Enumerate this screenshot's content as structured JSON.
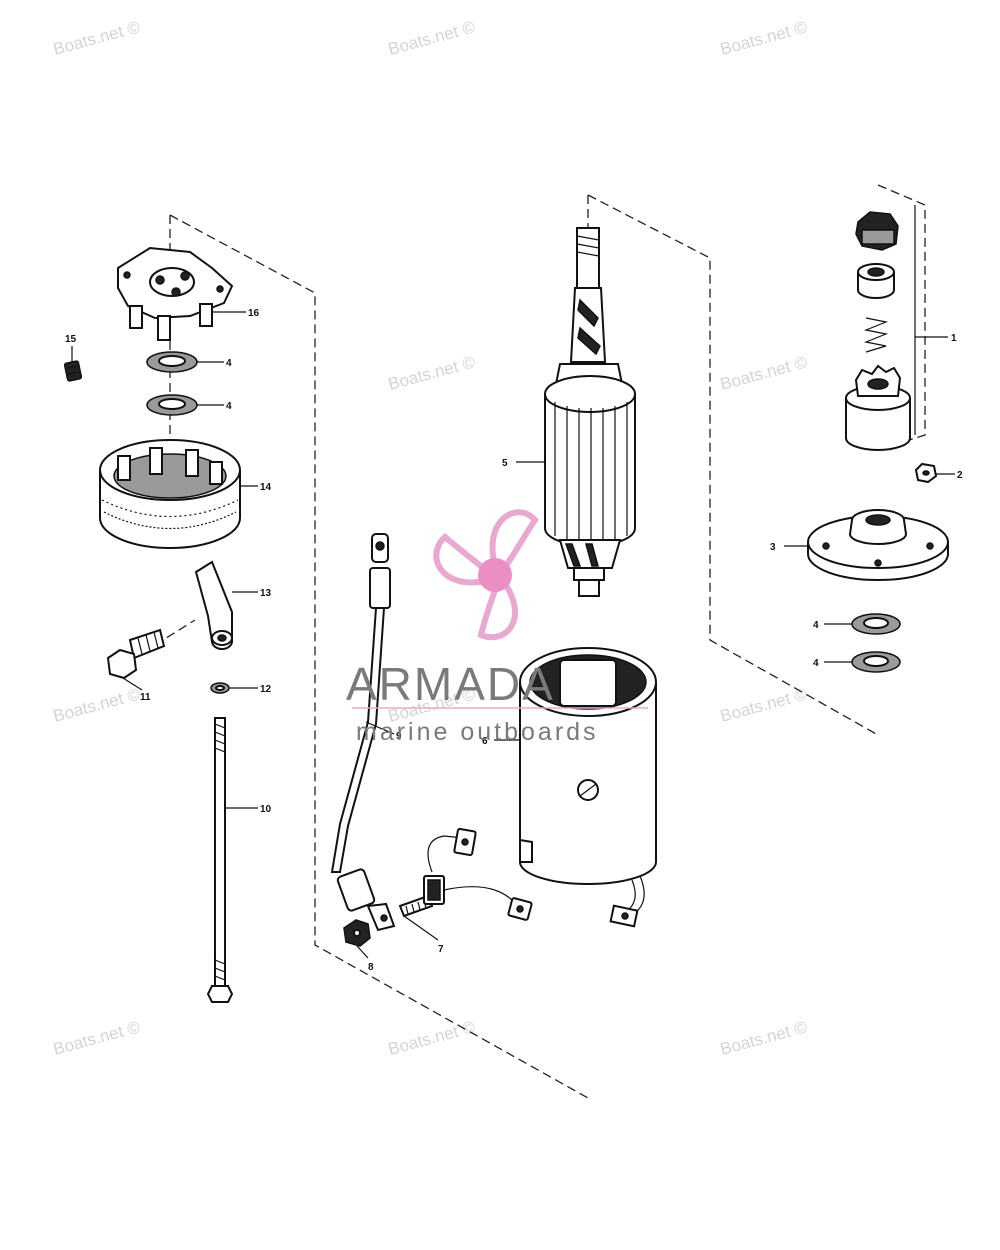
{
  "watermark_text": "Boats.net ©",
  "brand": {
    "name": "ARMADA",
    "tagline": "marine outboards",
    "logo_color": "#e9a8cf",
    "logo_hub_color": "#e98fc4"
  },
  "callouts": [
    "1",
    "2",
    "3",
    "4",
    "5",
    "6",
    "7",
    "8",
    "9",
    "10",
    "11",
    "12",
    "13",
    "14",
    "15",
    "16"
  ]
}
